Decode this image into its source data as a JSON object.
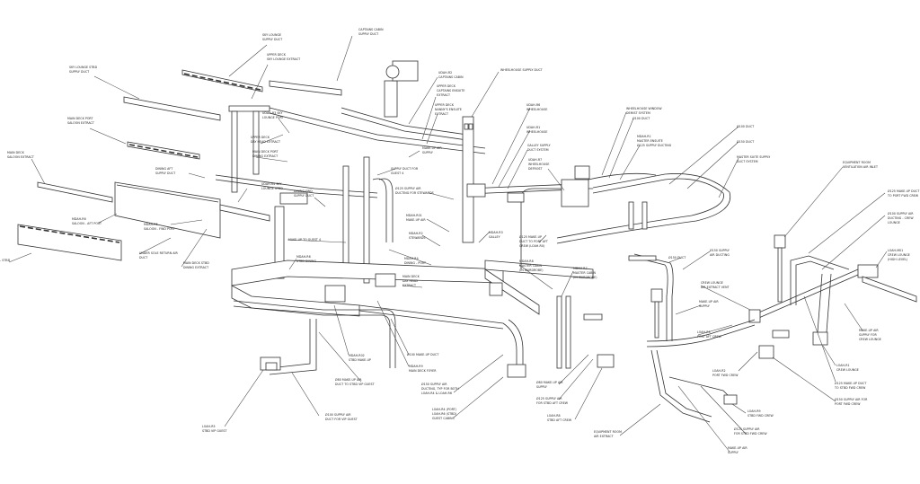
{
  "title": "HVAC Ducting Isometric Diagram",
  "labels": [
    {
      "id": "sky-lounge-supply-duct",
      "text": "SKY LOUNGE\nSUPPLY DUCT"
    },
    {
      "id": "captains-cabin-supply-duct",
      "text": "CAPTAINS CABIN\nSUPPLY DUCT"
    },
    {
      "id": "sky-lounge-stbd-supply-duct",
      "text": "SKY LOUNGE STBD\nSUPPLY DUCT"
    },
    {
      "id": "upper-deck-sky-lounge-extract",
      "text": "UPPER DECK\nSKY LOUNGE EXTRACT"
    },
    {
      "id": "udah-r2-captains-cabin",
      "text": "UDAH-R2\nCAPTAINS CABIN"
    },
    {
      "id": "upper-deck-captains-ensuite-extract",
      "text": "UPPER DECK\nCAPTAINS ENSUITE\nEXTRACT"
    },
    {
      "id": "upper-deck-nannys-ensuite-extract",
      "text": "UPPER DECK\nNANNY'S ENSUITE\nEXTRACT"
    },
    {
      "id": "wheelhouse-supply-duct",
      "text": "WHEELHOUSE SUPPLY DUCT"
    },
    {
      "id": "main-deck-port-saloon-extract",
      "text": "MAIN DECK PORT\nSALOON EXTRACT"
    },
    {
      "id": "udah-r3-sky-lounge-port",
      "text": "UDAH-R3 SKY\nLOUNGE PORT"
    },
    {
      "id": "upper-deck-day-head-extract",
      "text": "UPPER DECK\nDAY HEAD EXTRACT"
    },
    {
      "id": "main-deck-port-dining-extract",
      "text": "MAIN DECK PORT\nDINING EXTRACT"
    },
    {
      "id": "make-up-air-supply-1",
      "text": "MAKE-UP AIR\nSUPPLY"
    },
    {
      "id": "udah-r6-wheelhouse",
      "text": "UDAH-R6\nWHEELHOUSE"
    },
    {
      "id": "udah-r1-wheelhouse",
      "text": "UDAH-R1\nWHEELHOUSE"
    },
    {
      "id": "galley-supply-duct-system",
      "text": "GALLEY SUPPLY\nDUCT SYSTEM"
    },
    {
      "id": "udah-r7-wheelhouse-defrost",
      "text": "UDAH-R7\nWHEELHOUSE\nDEFROST"
    },
    {
      "id": "wheelhouse-window-demist-system",
      "text": "WHEELHOUSE WINDOW\nDEMIST SYSTEM"
    },
    {
      "id": "d100-duct-1",
      "text": "Ø100 DUCT"
    },
    {
      "id": "mdah-r1-master-ensuite",
      "text": "MDAH-R1\nMASTER ENSUITE\nØ125 SUPPLY DUCTING"
    },
    {
      "id": "d100-duct-2",
      "text": "Ø100 DUCT"
    },
    {
      "id": "d150-duct-1",
      "text": "Ø150 DUCT"
    },
    {
      "id": "master-suite-supply-duct-system",
      "text": "MASTER SUITE SUPPLY\nDUCT SYSTEM"
    },
    {
      "id": "equipment-room-ventilation-air-inlet",
      "text": "EQUIPMENT ROOM\nVENTILATION AIR INLET"
    },
    {
      "id": "main-deck-saloon-extract",
      "text": "MAIN DECK\nSALOON EXTRACT"
    },
    {
      "id": "dining-aft-supply-duct",
      "text": "DINING AFT\nSUPPLY DUCT"
    },
    {
      "id": "supply-duct-for-guest-4",
      "text": "SUPPLY DUCT FOR\nGUEST 4"
    },
    {
      "id": "udah-r4-sky-lounge-stbd",
      "text": "UDAH-R4 SKY\nLOUNGE STBD"
    },
    {
      "id": "dining-fwd-supply-duct",
      "text": "DINING FWD\nSUPPLY DUCT"
    },
    {
      "id": "d125-supply-air-ducting-for-stewards",
      "text": "Ø125 SUPPLY AIR\nDUCTING FOR STEWARDS"
    },
    {
      "id": "mdah-r6-saloon-aft-port",
      "text": "MDAH-R6\nSALOON - AFT PORT"
    },
    {
      "id": "mdah-r5-saloon-fwd-port",
      "text": "MDAH-R5\nSALOON - FWD PORT"
    },
    {
      "id": "mdah-r01-make-up-air",
      "text": "MDAH-R01\nMAKE-UP AIR"
    },
    {
      "id": "mdah-r2-stewards",
      "text": "MDAH-R2\nSTEWARDS"
    },
    {
      "id": "mdah-r3-galley",
      "text": "MDAH-R3\nGALLEY"
    },
    {
      "id": "d125-make-up-duct-port-aft-crew",
      "text": "Ø125 MAKE-UP\nDUCT TO PORT AFT\nCREW (LOAH-R0)"
    },
    {
      "id": "d125-make-up-duct-port-fwd-crew",
      "text": "Ø125 MAKE-UP DUCT\nTO PORT FWD CREW"
    },
    {
      "id": "d100-supply-air-ducting-crew-lounge",
      "text": "Ø100 SUPPLY AIR\nDUCTING - CREW\nLOUNGE"
    },
    {
      "id": "loah-m01-crew-lounge-high-level",
      "text": "LOAH-M01\nCREW LOUNGE\n(HIGH LEVEL)"
    },
    {
      "id": "make-up-to-guest-4",
      "text": "MAKE-UP TO GUEST 4"
    },
    {
      "id": "mdah-r4-dining-port",
      "text": "MDAH-R4\nDINING - PORT"
    },
    {
      "id": "mdah-r8-master-cabin-wardrobe",
      "text": "MDAH-R8\nMASTER CABIN\n(IN WARDROBE)"
    },
    {
      "id": "mdah-r7-master-cabin-wardrobe",
      "text": "MDAH-R7\nMASTER CABIN\n(IN WARDROBE)"
    },
    {
      "id": "d150-duct-2",
      "text": "Ø150 DUCT"
    },
    {
      "id": "d150-supply-air-ducting",
      "text": "Ø150 SUPPLY\nAIR DUCTING"
    },
    {
      "id": "under-sole-return-air-duct",
      "text": "UNDER SOLE RETURN AIR\nDUCT"
    },
    {
      "id": "main-deck-stbd-dining-extract",
      "text": "MAIN DECK STBD\nDINING EXTRACT"
    },
    {
      "id": "mdah-r6-stbd-dining",
      "text": "MDAH-R6\nSTBD DINING"
    },
    {
      "id": "main-deck-day-head-extract",
      "text": "MAIN DECK\nDAY HEAD\nEXTRACT"
    },
    {
      "id": "crew-lounge-air-extract-vent",
      "text": "CREW LOUNGE\nAIR EXTRACT VENT"
    },
    {
      "id": "make-up-air-supply-2",
      "text": "MAKE-UP AIR\nSUPPLY"
    },
    {
      "id": "loah-r3-port-aft-crew",
      "text": "LOAH-R3\nPORT AFT CREW"
    },
    {
      "id": "make-up-air-supply-for-crew-lounge",
      "text": "MAKE-UP AIR\nSUPPLY FOR\nCREW LOUNGE"
    },
    {
      "id": "partial-stbd-label",
      "text": "- STBD"
    },
    {
      "id": "mdah-r02-stbd-make-up",
      "text": "MDAH-R02\nSTBD MAKE-UP"
    },
    {
      "id": "d100-make-up-duct",
      "text": "Ø100 MAKE-UP DUCT"
    },
    {
      "id": "mdah-r9-main-deck-foyer",
      "text": "MDAH-R9\nMAIN DECK FOYER"
    },
    {
      "id": "d80-make-up-air-duct-stbd-vip-guest",
      "text": "Ø80 MAKE-UP AIR\nDUCT TO STBD VIP GUEST"
    },
    {
      "id": "loah-r2-port-fwd-crew",
      "text": "LOAH-R2\nPORT FWD CREW"
    },
    {
      "id": "loah-r1-crew-lounge",
      "text": "LOAH-R1\nCREW LOUNGE"
    },
    {
      "id": "d125-make-up-duct-stbd-fwd-crew",
      "text": "Ø125 MAKE-UP DUCT\nTO STBD FWD CREW"
    },
    {
      "id": "d150-supply-air-port-fwd-crew",
      "text": "Ø150 SUPPLY AIR FOR\nPORT FWD CREW"
    },
    {
      "id": "d150-supply-air-ducting-both",
      "text": "Ø150 SUPPLY AIR\nDUCTING, TYP FOR BOTH\nLOAH-R4 & LOAH-R6"
    },
    {
      "id": "d80-make-up-air-supply",
      "text": "Ø80 MAKE-UP AIR\nSUPPLY"
    },
    {
      "id": "d125-supply-air-stbd-aft-crew",
      "text": "Ø125 SUPPLY AIR\nFOR STBD AFT CREW"
    },
    {
      "id": "loah-r4-r6-guest-cabins",
      "text": "LOAH-R4 (PORT)\nLOAH-R6 (STBD)\nGUEST CABINS"
    },
    {
      "id": "loah-r8-stbd-aft-crew",
      "text": "LOAH-R8\nSTBD AFT CREW"
    },
    {
      "id": "loah-r9-stbd-fwd-crew",
      "text": "LOAH-R9\nSTBD FWD CREW"
    },
    {
      "id": "d100-supply-air-duct-vip-guest",
      "text": "Ø100 SUPPLY AIR\nDUCT FOR VIP GUEST"
    },
    {
      "id": "d125-supply-air-stbd-fwd-crew",
      "text": "Ø125 SUPPLY AIR\nFOR STBD FWD CREW"
    },
    {
      "id": "equipment-room-air-extract",
      "text": "EQUIPMENT ROOM\nAIR EXTRACT"
    },
    {
      "id": "loah-r5-stbd-vip-guest",
      "text": "LOAH-R5\nSTBD VIP GUEST"
    },
    {
      "id": "make-up-air-supply-3",
      "text": "MAKE-UP AIR\nSUPPLY"
    }
  ]
}
